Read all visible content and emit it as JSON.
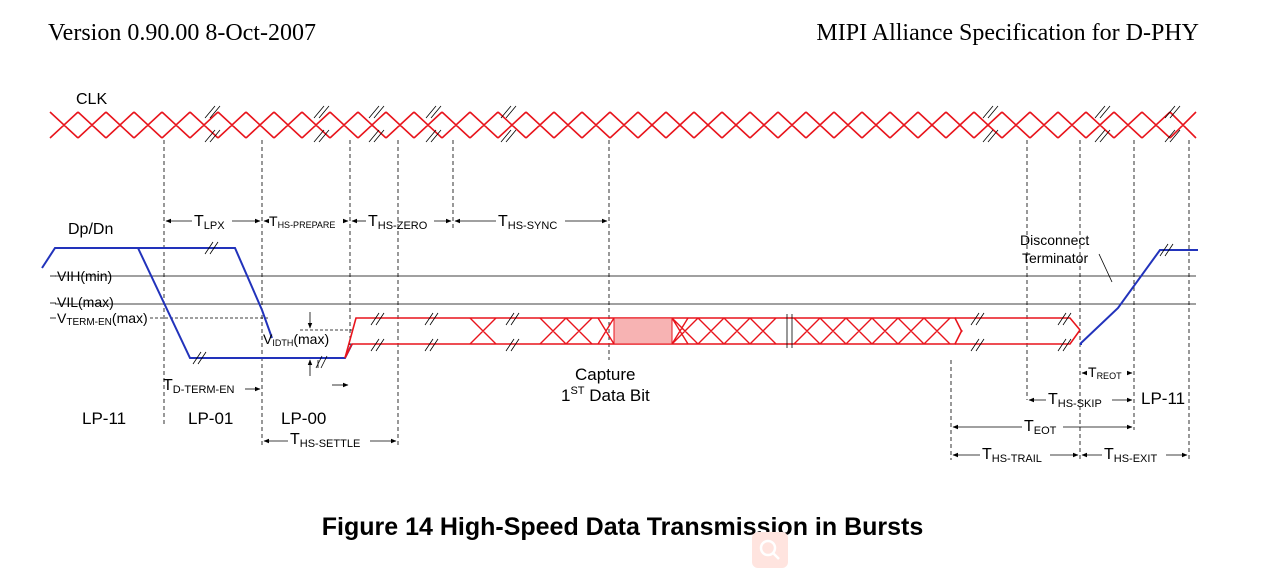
{
  "header": {
    "left": "Version 0.90.00 8-Oct-2007",
    "right": "MIPI Alliance Specification for D-PHY"
  },
  "caption": "Figure 14 High-Speed Data Transmission in Bursts",
  "colors": {
    "clock": "#e8141c",
    "lp_signal": "#2233bb",
    "hs_data": "#e8141c",
    "capture_fill": "#f7b3b3",
    "reference_line": "#000000"
  },
  "icons": {
    "watermark": "magnifier-icon"
  },
  "signals": {
    "clk": "CLK",
    "data": "Dp/Dn"
  },
  "levels": {
    "vih": "VIH(min)",
    "vil": "VIL(max)",
    "vterm_v": "V",
    "vterm_sub": "TERM-EN",
    "vterm_suffix": "(max)"
  },
  "timing": {
    "t": "T",
    "lpx": "LPX",
    "hs_prepare": "HS-PREPARE",
    "hs_zero": "HS-ZERO",
    "hs_sync": "HS-SYNC",
    "d_term_en": "D-TERM-EN",
    "hs_settle": "HS-SETTLE",
    "reot": "REOT",
    "hs_skip": "HS-SKIP",
    "eot": "EOT",
    "hs_trail": "HS-TRAIL",
    "hs_exit": "HS-EXIT"
  },
  "vidth": {
    "v": "V",
    "sub": "IDTH",
    "suffix": "(max)"
  },
  "states": {
    "lp11_left": "LP-11",
    "lp01": "LP-01",
    "lp00": "LP-00",
    "lp11_right": "LP-11"
  },
  "capture": {
    "line1": "Capture",
    "line2_prefix": "1",
    "line2_sup": "ST",
    "line2_suffix": " Data Bit"
  },
  "disconnect": {
    "line1": "Disconnect",
    "line2": "Terminator"
  }
}
